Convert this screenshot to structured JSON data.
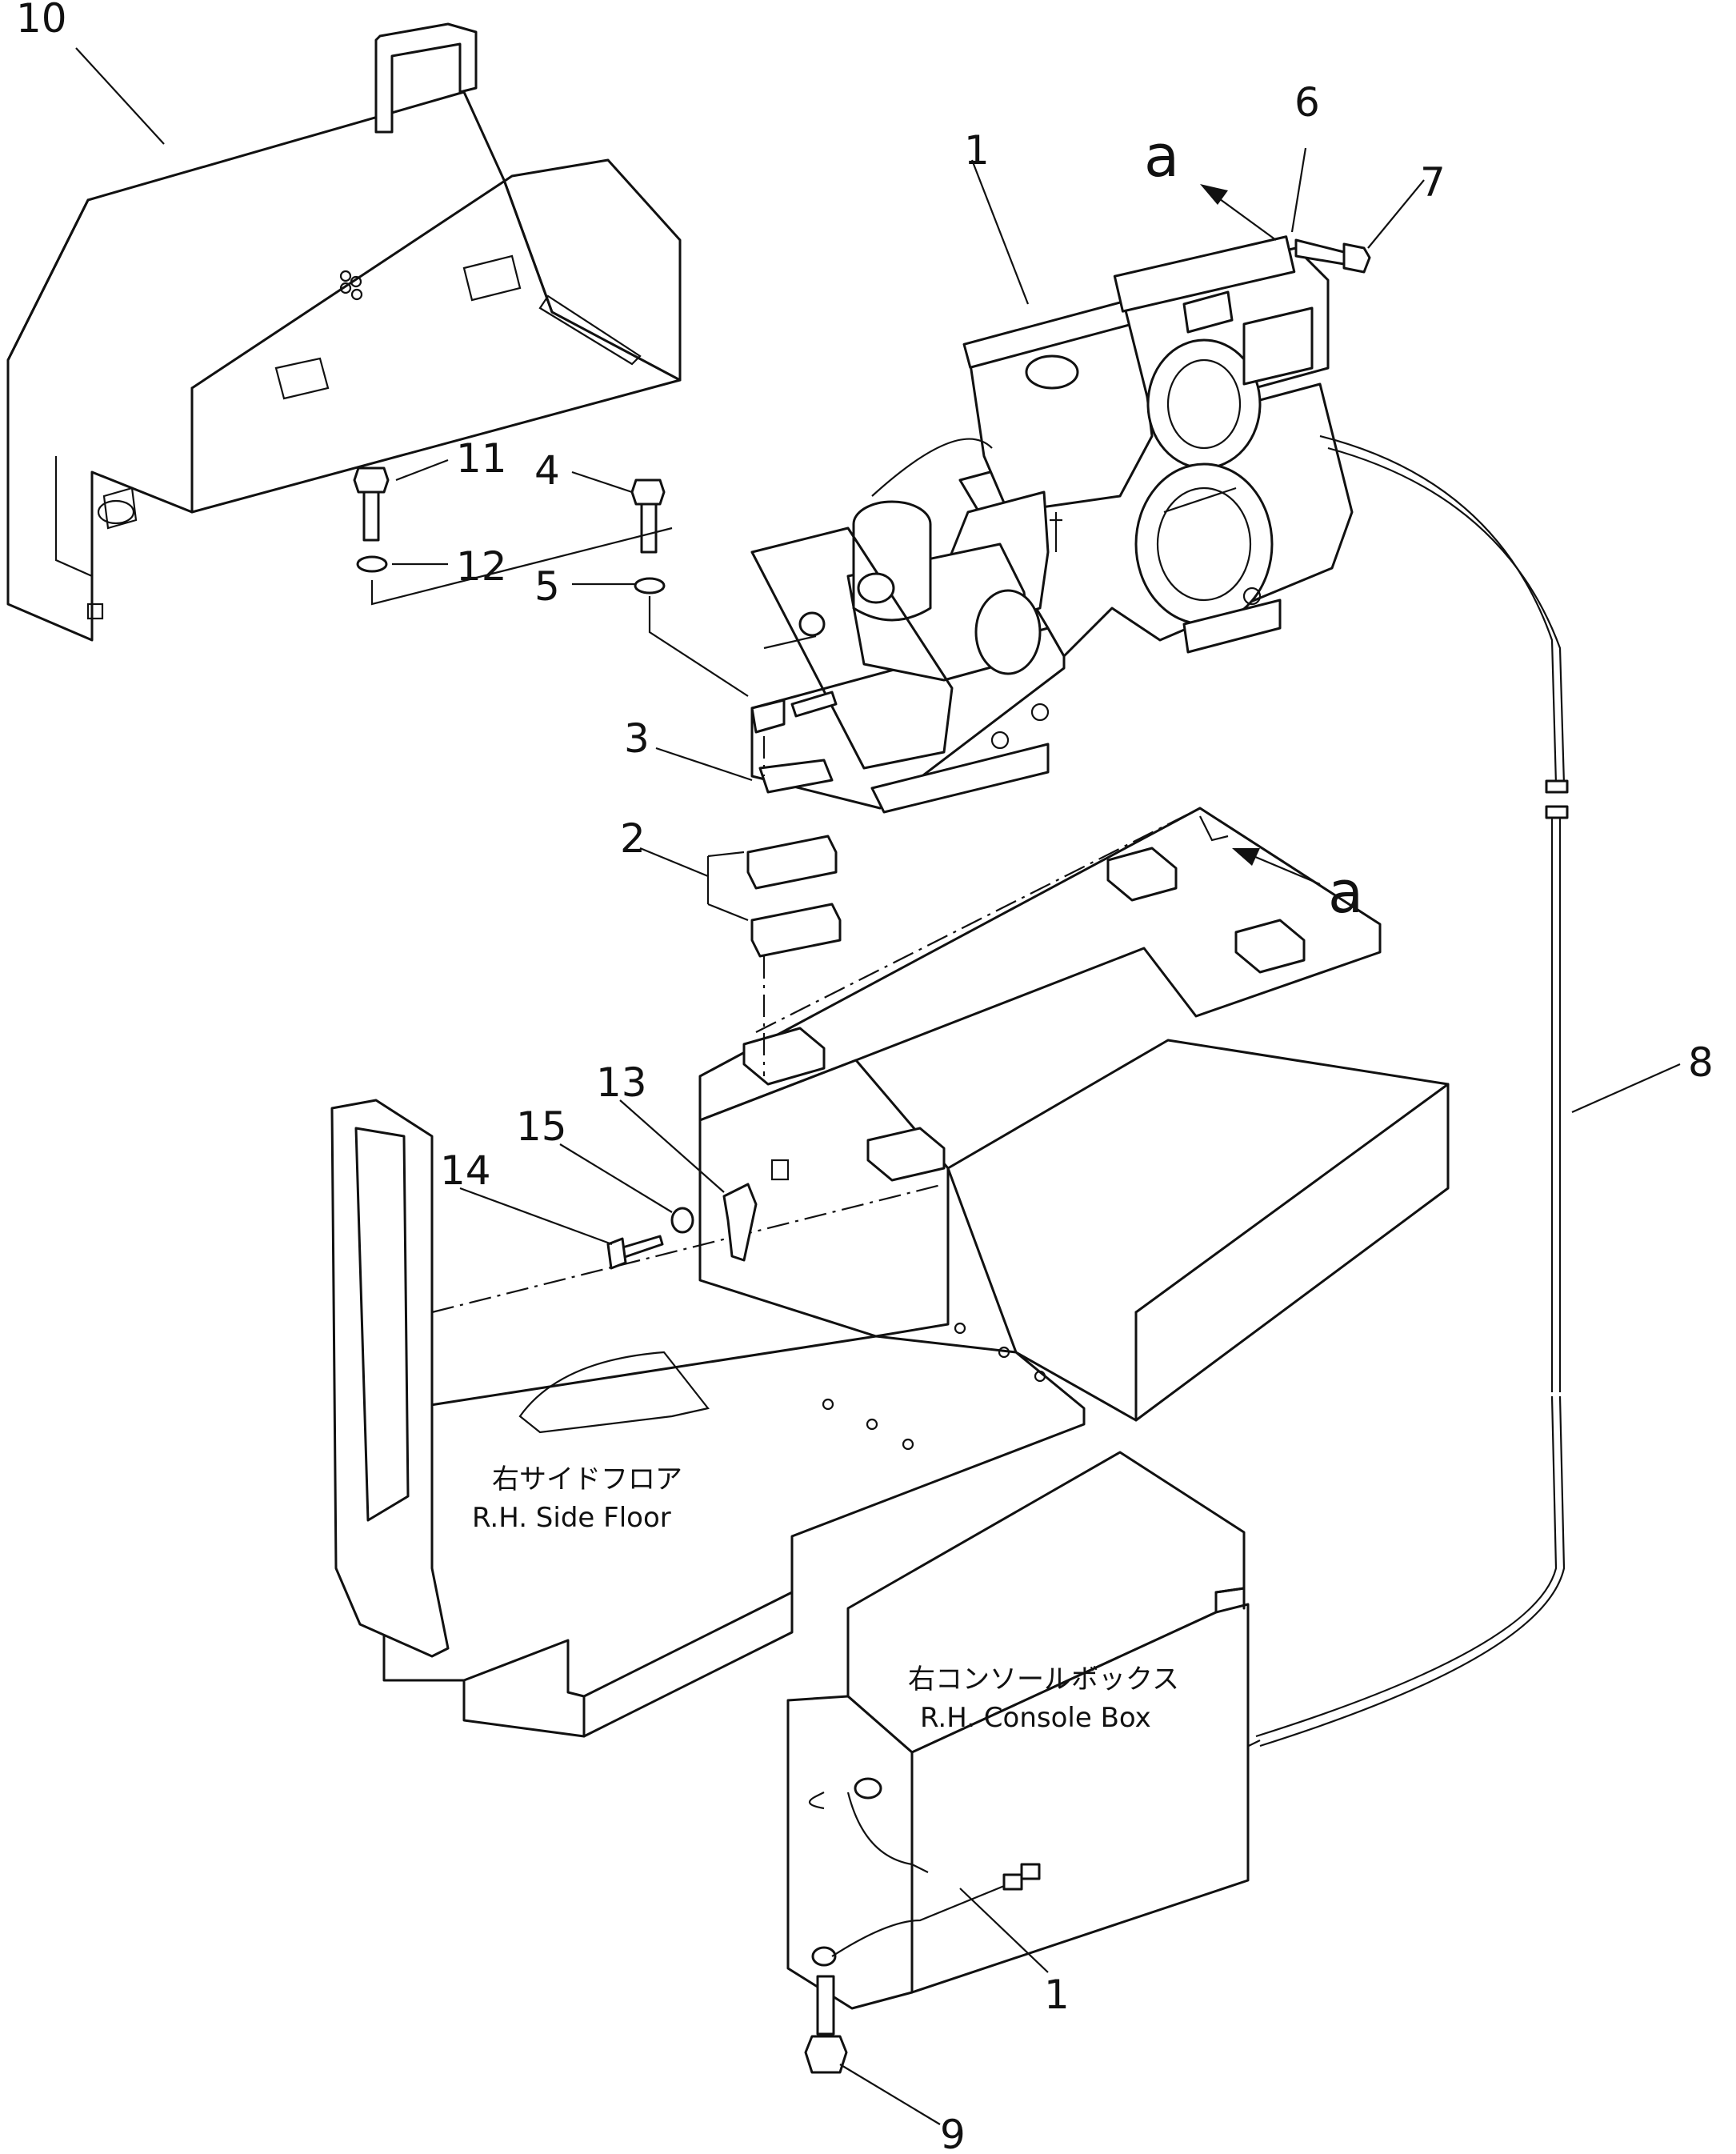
{
  "callouts": {
    "c1_top": "1",
    "c1_bottom": "1",
    "c2": "2",
    "c3": "3",
    "c4": "4",
    "c5": "5",
    "c6": "6",
    "c7": "7",
    "c8": "8",
    "c9": "9",
    "c10": "10",
    "c11": "11",
    "c12": "12",
    "c13": "13",
    "c14": "14",
    "c15": "15"
  },
  "view_markers": {
    "a_top": "a",
    "a_right": "a"
  },
  "labels": {
    "side_floor_jp": "右サイドフロア",
    "side_floor_en": "R.H. Side Floor",
    "console_box_jp": "右コンソールボックス",
    "console_box_en": "R.H. Console Box"
  }
}
